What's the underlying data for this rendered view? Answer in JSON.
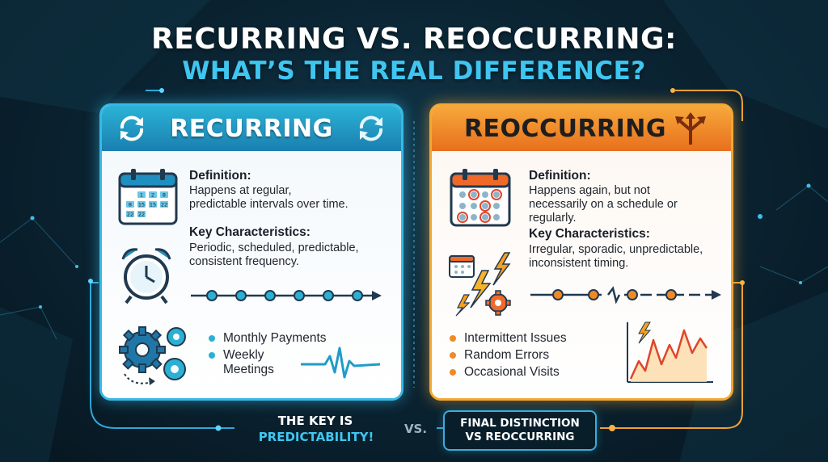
{
  "title": {
    "line1": "RECURRING VS. REOCCURRING:",
    "line2": "WHAT’S THE REAL DIFFERENCE?"
  },
  "colors": {
    "background": "#0b2534",
    "recurring_accent": "#1f9cc8",
    "reoccurring_accent": "#f08a26",
    "highlight_blue": "#3fc6f0"
  },
  "recurring": {
    "header": "RECURRING",
    "header_icon": "refresh-cycle-icon",
    "definition_label": "Definition:",
    "definition_text": [
      "Happens at regular,",
      "predictable intervals over time."
    ],
    "characteristics_label": "Key Characteristics:",
    "characteristics_text": [
      "Periodic, scheduled, predictable,",
      "consistent frequency."
    ],
    "calendar_dates": [
      "1",
      "2",
      "8",
      "8",
      "15",
      "22",
      "22",
      "22"
    ],
    "examples": [
      "Monthly Payments",
      "Weekly",
      "Meetings"
    ],
    "icons": [
      "calendar-icon",
      "alarm-clock-icon",
      "gears-icon",
      "timeline-regular-icon",
      "pulse-wave-icon"
    ]
  },
  "reoccurring": {
    "header": "REOCCURRING",
    "header_icon": "branching-arrows-icon",
    "definition_label": "Definition:",
    "definition_text": [
      "Happens again, but not",
      "necessarily on a schedule or",
      "regularly."
    ],
    "characteristics_label": "Key Characteristics:",
    "characteristics_text": [
      "Irregular, sporadic, unpredictable,",
      "inconsistent timing."
    ],
    "examples": [
      "Intermittent Issues",
      "Random Errors",
      "Occasional Visits"
    ],
    "icons": [
      "calendar-random-icon",
      "lightning-bolts-icon",
      "timeline-broken-icon",
      "spiky-chart-icon"
    ]
  },
  "footer": {
    "key_line1": "THE KEY IS",
    "key_line2": "PREDICTABILITY!",
    "vs": "VS.",
    "distinction_line1": "FINAL DISTINCTION",
    "distinction_line2": "VS REOCCURRING"
  }
}
